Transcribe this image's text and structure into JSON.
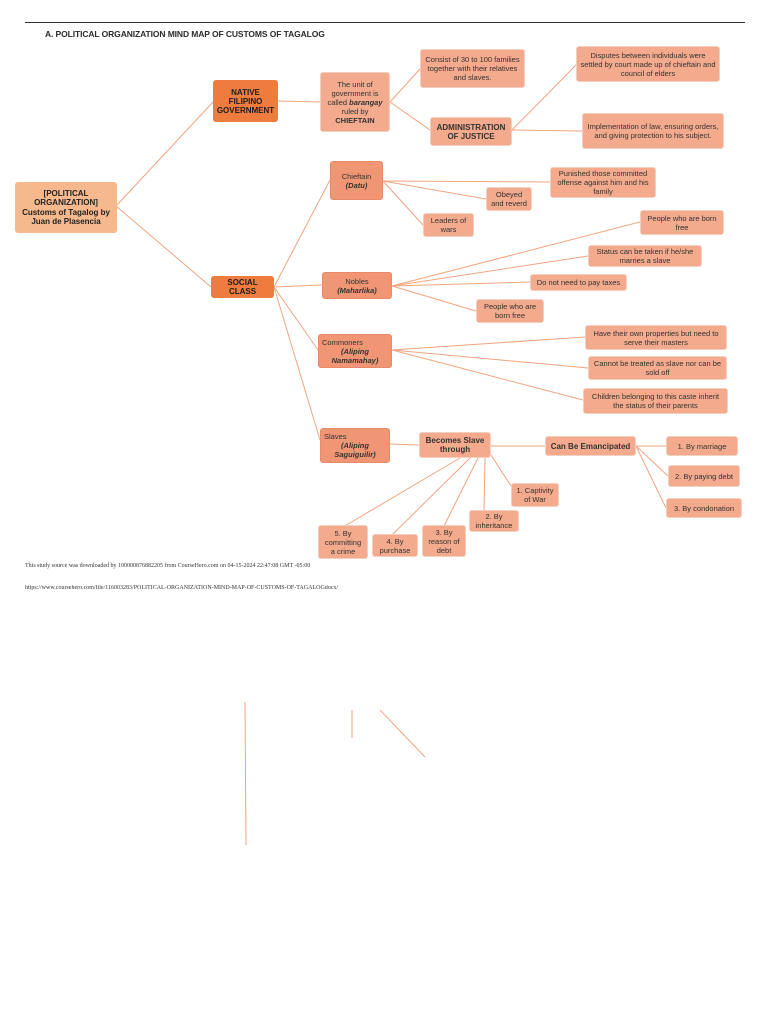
{
  "title": "A.   POLITICAL ORGANIZATION MIND MAP OF CUSTOMS OF TAGALOG",
  "root": "[POLITICAL ORGANIZATION] Customs of Tagalog by Juan de Plasencia",
  "native_gov": "NATIVE FILIPINO GOVERNMENT",
  "unit": {
    "pre": "The unit of government is called",
    "barangay": "barangay",
    "mid": "ruled by",
    "chieftain": "CHIEFTAIN"
  },
  "families": "Consist of 30 to 100 families together with their relatives and slaves.",
  "admin_justice": "ADMINISTRATION OF JUSTICE",
  "disputes": "Disputes between individuals were settled by court made up of chieftain and council of elders",
  "implementation": "Implementation of law, ensuring orders, and giving protection to his subject.",
  "social_class": "SOCIAL CLASS",
  "datu": {
    "label": "Chieftain",
    "term": "(Datu)"
  },
  "punished": "Punished those committed offense against him and his family",
  "obeyed": "Obeyed and reverd",
  "leaders": "Leaders of wars",
  "nobles": {
    "label": "Nobles",
    "term": "(Maharlika)"
  },
  "nobles_items": [
    "People who are born free",
    "Status can be taken if he/she marries a slave",
    "Do not need to pay taxes",
    "People who are born free"
  ],
  "commoners": {
    "label": "Commoners",
    "term": "(Aliping Namamahay)"
  },
  "commoners_items": [
    "Have their own properties but need to serve their masters",
    "Cannot be treated as slave nor can be sold off",
    "Children belonging to this caste inherit the status of their parents"
  ],
  "slaves": {
    "label": "Slaves",
    "term": "(Aliping Saguiguilir)"
  },
  "becomes_slave": "Becomes Slave through",
  "become_ways": [
    "1. Captivity of War",
    "2. By inheritance",
    "3. By reason of debt",
    "4. By purchase",
    "5. By committing a crime"
  ],
  "emancipated": "Can Be Emancipated",
  "emancipate_ways": [
    "1. By marriage",
    "2. By paying debt",
    "3. By condonation"
  ],
  "footer1": "This study source was downloaded by 100000876882205 from CourseHero.com on 04-15-2024 22:47:08 GMT -05:00",
  "footer2": "https://www.coursehero.com/file/116003283/POLITICAL-ORGANIZATION-MIND-MAP-OF-CUSTOMS-OF-TAGALOGdocx/",
  "colors": {
    "dark_node": "#ee7c3e",
    "light_node": "#f4aa8c",
    "root_node": "#f6b98e",
    "line": "#f2a47f"
  }
}
